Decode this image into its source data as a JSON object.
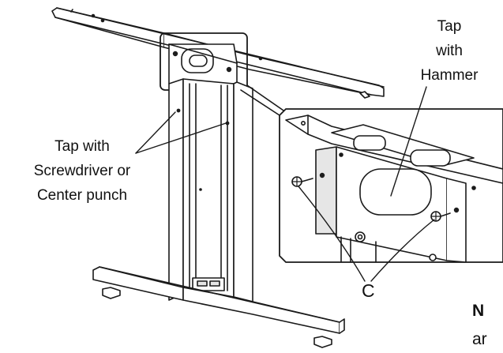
{
  "labels": {
    "hammer_line1": "Tap",
    "hammer_line2": "with",
    "hammer_line3": "Hammer",
    "screwdriver_line1": "Tap with",
    "screwdriver_line2": "Screwdriver or",
    "screwdriver_line3": "Center punch",
    "callout_c": "C",
    "note_fragment_1": "N",
    "note_fragment_2": "ar"
  },
  "colors": {
    "line": "#1a1a1a",
    "fill": "#ffffff",
    "shade": "#e6e6e6"
  }
}
